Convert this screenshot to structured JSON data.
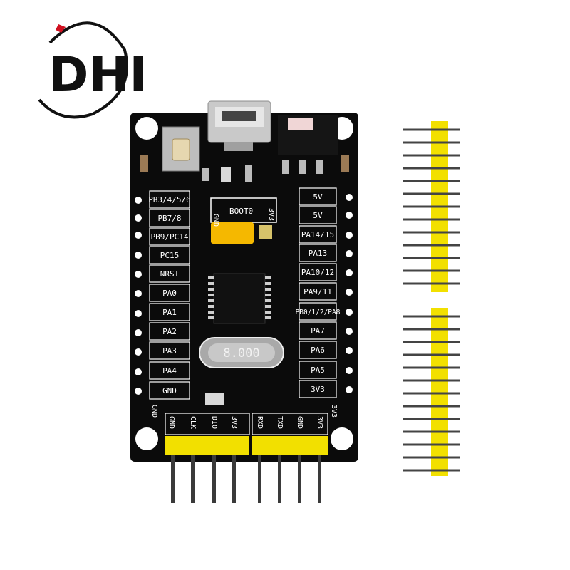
{
  "logo": {
    "text": "DHI"
  },
  "board": {
    "left_labels": [
      "PB3/4/5/6",
      "PB7/8",
      "PB9/PC14",
      "PC15",
      "NRST",
      "PA0",
      "PA1",
      "PA2",
      "PA3",
      "PA4",
      "GND"
    ],
    "right_labels": [
      "5V",
      "5V",
      "PA14/15",
      "PA13",
      "PA10/12",
      "PA9/11",
      "PB0/1/2/PA8",
      "PA7",
      "PA6",
      "PA5",
      "3V3"
    ],
    "boot_labels": {
      "gnd": "GND",
      "boot": "BOOT0",
      "v33": "3V3"
    },
    "bottom_left_labels": [
      "GND",
      "CLK",
      "DIO",
      "3V3"
    ],
    "bottom_right_labels": [
      "RXD",
      "TXD",
      "GND",
      "3V3"
    ],
    "corner_left": "GND",
    "corner_right": "3V3",
    "crystal": "8.000"
  },
  "colors": {
    "pcb": "#0b0b0b",
    "header": "#f2e000",
    "pin": "#3a3a3a",
    "jumper": "#f5b800"
  }
}
